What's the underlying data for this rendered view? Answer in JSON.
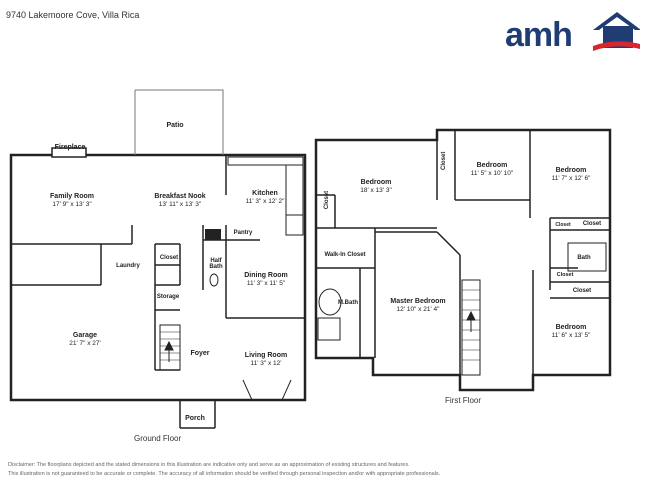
{
  "address": "9740 Lakemoore Cove, Villa Rica",
  "logo": {
    "text": "amh"
  },
  "colors": {
    "logo_blue": "#1f3c73",
    "logo_red": "#d7262e",
    "wall": "#222222"
  },
  "ground_floor": {
    "caption": "Ground Floor",
    "rooms": {
      "patio": {
        "name": "Patio"
      },
      "fireplace": {
        "name": "Fireplace"
      },
      "family_room": {
        "name": "Family Room",
        "dim": "17' 9\" x 13' 3\""
      },
      "breakfast_nook": {
        "name": "Breakfast Nook",
        "dim": "13' 11\" x 13' 3\""
      },
      "kitchen": {
        "name": "Kitchen",
        "dim": "11' 3\" x 12' 2\""
      },
      "pantry": {
        "name": "Pantry"
      },
      "laundry": {
        "name": "Laundry"
      },
      "closet": {
        "name": "Closet"
      },
      "half_bath": {
        "name": "Half\nBath"
      },
      "storage": {
        "name": "Storage"
      },
      "dining_room": {
        "name": "Dining Room",
        "dim": "11' 3\" x 11' 5\""
      },
      "garage": {
        "name": "Garage",
        "dim": "21' 7\" x 27'"
      },
      "foyer": {
        "name": "Foyer"
      },
      "living_room": {
        "name": "Living Room",
        "dim": "11' 3\" x 12'"
      },
      "porch": {
        "name": "Porch"
      }
    }
  },
  "first_floor": {
    "caption": "First Floor",
    "rooms": {
      "bedroom_1": {
        "name": "Bedroom",
        "dim": "18' x 13' 3\""
      },
      "closet_a": {
        "name": "Closet"
      },
      "closet_b": {
        "name": "Closet"
      },
      "bedroom_2": {
        "name": "Bedroom",
        "dim": "11' 5\" x 10' 10\""
      },
      "bedroom_3": {
        "name": "Bedroom",
        "dim": "11' 7\" x 12' 6\""
      },
      "closet_c": {
        "name": "Closet"
      },
      "closet_d": {
        "name": "Closet"
      },
      "walk_in_closet": {
        "name": "Walk-In Closet"
      },
      "m_bath": {
        "name": "M.Bath"
      },
      "master_bedroom": {
        "name": "Master Bedroom",
        "dim": "12' 10\" x 21' 4\""
      },
      "bath": {
        "name": "Bath"
      },
      "closet_e": {
        "name": "Closet"
      },
      "closet_f": {
        "name": "Closet"
      },
      "bedroom_4": {
        "name": "Bedroom",
        "dim": "11' 6\" x 13' 5\""
      }
    }
  },
  "disclaimer": {
    "line1": "Disclaimer: The floorplans depicted and the stated dimensions in this illustration are indicative only and serve as an approximation of existing structures and features.",
    "line2": "This illustration is not guaranteed to be accurate or complete. The accuracy of all information should be verified through personal inspection and/or with appropriate professionals."
  }
}
